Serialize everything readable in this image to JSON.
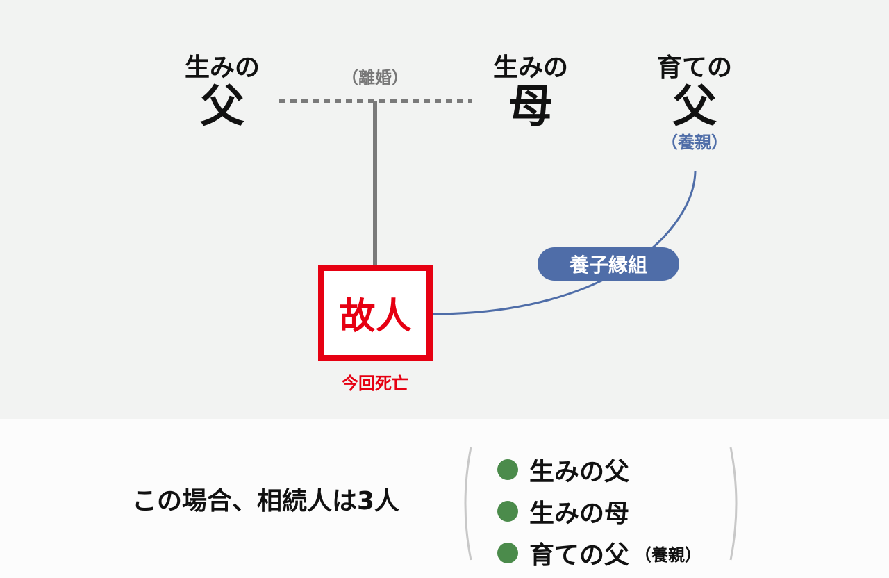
{
  "nodes": {
    "biological_father": {
      "prefix": "生みの",
      "main": "父"
    },
    "biological_mother": {
      "prefix": "生みの",
      "main": "母"
    },
    "adoptive_father": {
      "prefix": "育ての",
      "main": "父",
      "note": "（養親）"
    }
  },
  "divorce_label": "（離婚）",
  "deceased": {
    "label": "故人",
    "note": "今回死亡"
  },
  "adoption_label": "養子縁組",
  "summary": {
    "text": "この場合、相続人は3人",
    "heirs": [
      {
        "label": "生みの父",
        "note": ""
      },
      {
        "label": "生みの母",
        "note": ""
      },
      {
        "label": "育ての父",
        "note": "（養親）"
      }
    ]
  },
  "colors": {
    "deceased_red": "#e60012",
    "adoption_blue": "#4f6da8",
    "divorce_gray": "#777777",
    "heir_dot_green": "#4b8b4b",
    "upper_background": "#f2f3f2"
  }
}
